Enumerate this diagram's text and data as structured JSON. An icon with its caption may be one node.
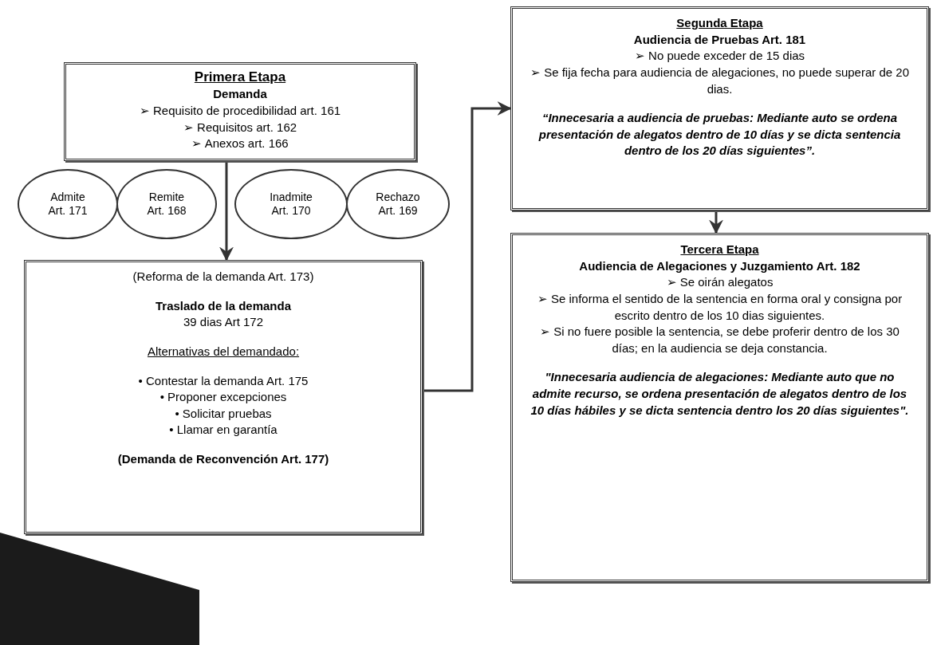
{
  "diagram": {
    "nodes": [
      {
        "text": [
          "Primera Etapa",
          "Demanda",
          "➢ Requisito de procedibilidad art. 161",
          "➢ Requisitos art. 162",
          "➢ Anexos art. 166"
        ]
      },
      {
        "text": [
          "Admite",
          "Art. 171"
        ]
      },
      {
        "text": [
          "Remite",
          "Art. 168"
        ]
      },
      {
        "text": [
          "Inadmite",
          "Art. 170"
        ]
      },
      {
        "text": [
          "Rechazo",
          "Art. 169"
        ]
      },
      {
        "text": [
          "(Reforma de la demanda Art. 173)",
          "Traslado de la demanda",
          "39 dias Art 172",
          "Alternativas del demandado:",
          "• Contestar la demanda Art. 175",
          "• Proponer excepciones",
          "• Solicitar pruebas",
          "• Llamar en garantía",
          "(Demanda de Reconvención Art. 177)"
        ]
      },
      {
        "text": [
          "Segunda Etapa",
          "Audiencia de Pruebas Art. 181",
          "➢ No puede exceder de 15 dias",
          "➢ Se fija fecha para audiencia de alegaciones, no puede superar de 20 dias.",
          "“Innecesaria a audiencia de pruebas: Mediante auto se ordena presentación de alegatos dentro de 10 días y se dicta sentencia dentro de los 20 días siguientes”."
        ]
      },
      {
        "text": [
          "Tercera Etapa",
          "Audiencia de Alegaciones y Juzgamiento Art. 182",
          "➢ Se oirán alegatos",
          "➢ Se informa el sentido de la sentencia en forma oral y consigna por escrito dentro de los 10 dias siguientes.",
          "➢ Si no fuere posible la sentencia, se debe proferir dentro de los 30 días; en la audiencia se deja constancia.",
          "\"Innecesaria audiencia de alegaciones: Mediante auto que no admite recurso, se ordena presentación de alegatos dentro de los 10 días hábiles y se dicta sentencia dentro los 20 días siguientes\"."
        ]
      },
      {
        "text": [],
        "shape": "box"
      }
    ],
    "edges": [
      {
        "from": 0,
        "to": 5,
        "arrow": "to"
      },
      {
        "from": 5,
        "to": 6,
        "arrow": "to"
      },
      {
        "from": 6,
        "to": 7,
        "arrow": "to"
      }
    ]
  }
}
